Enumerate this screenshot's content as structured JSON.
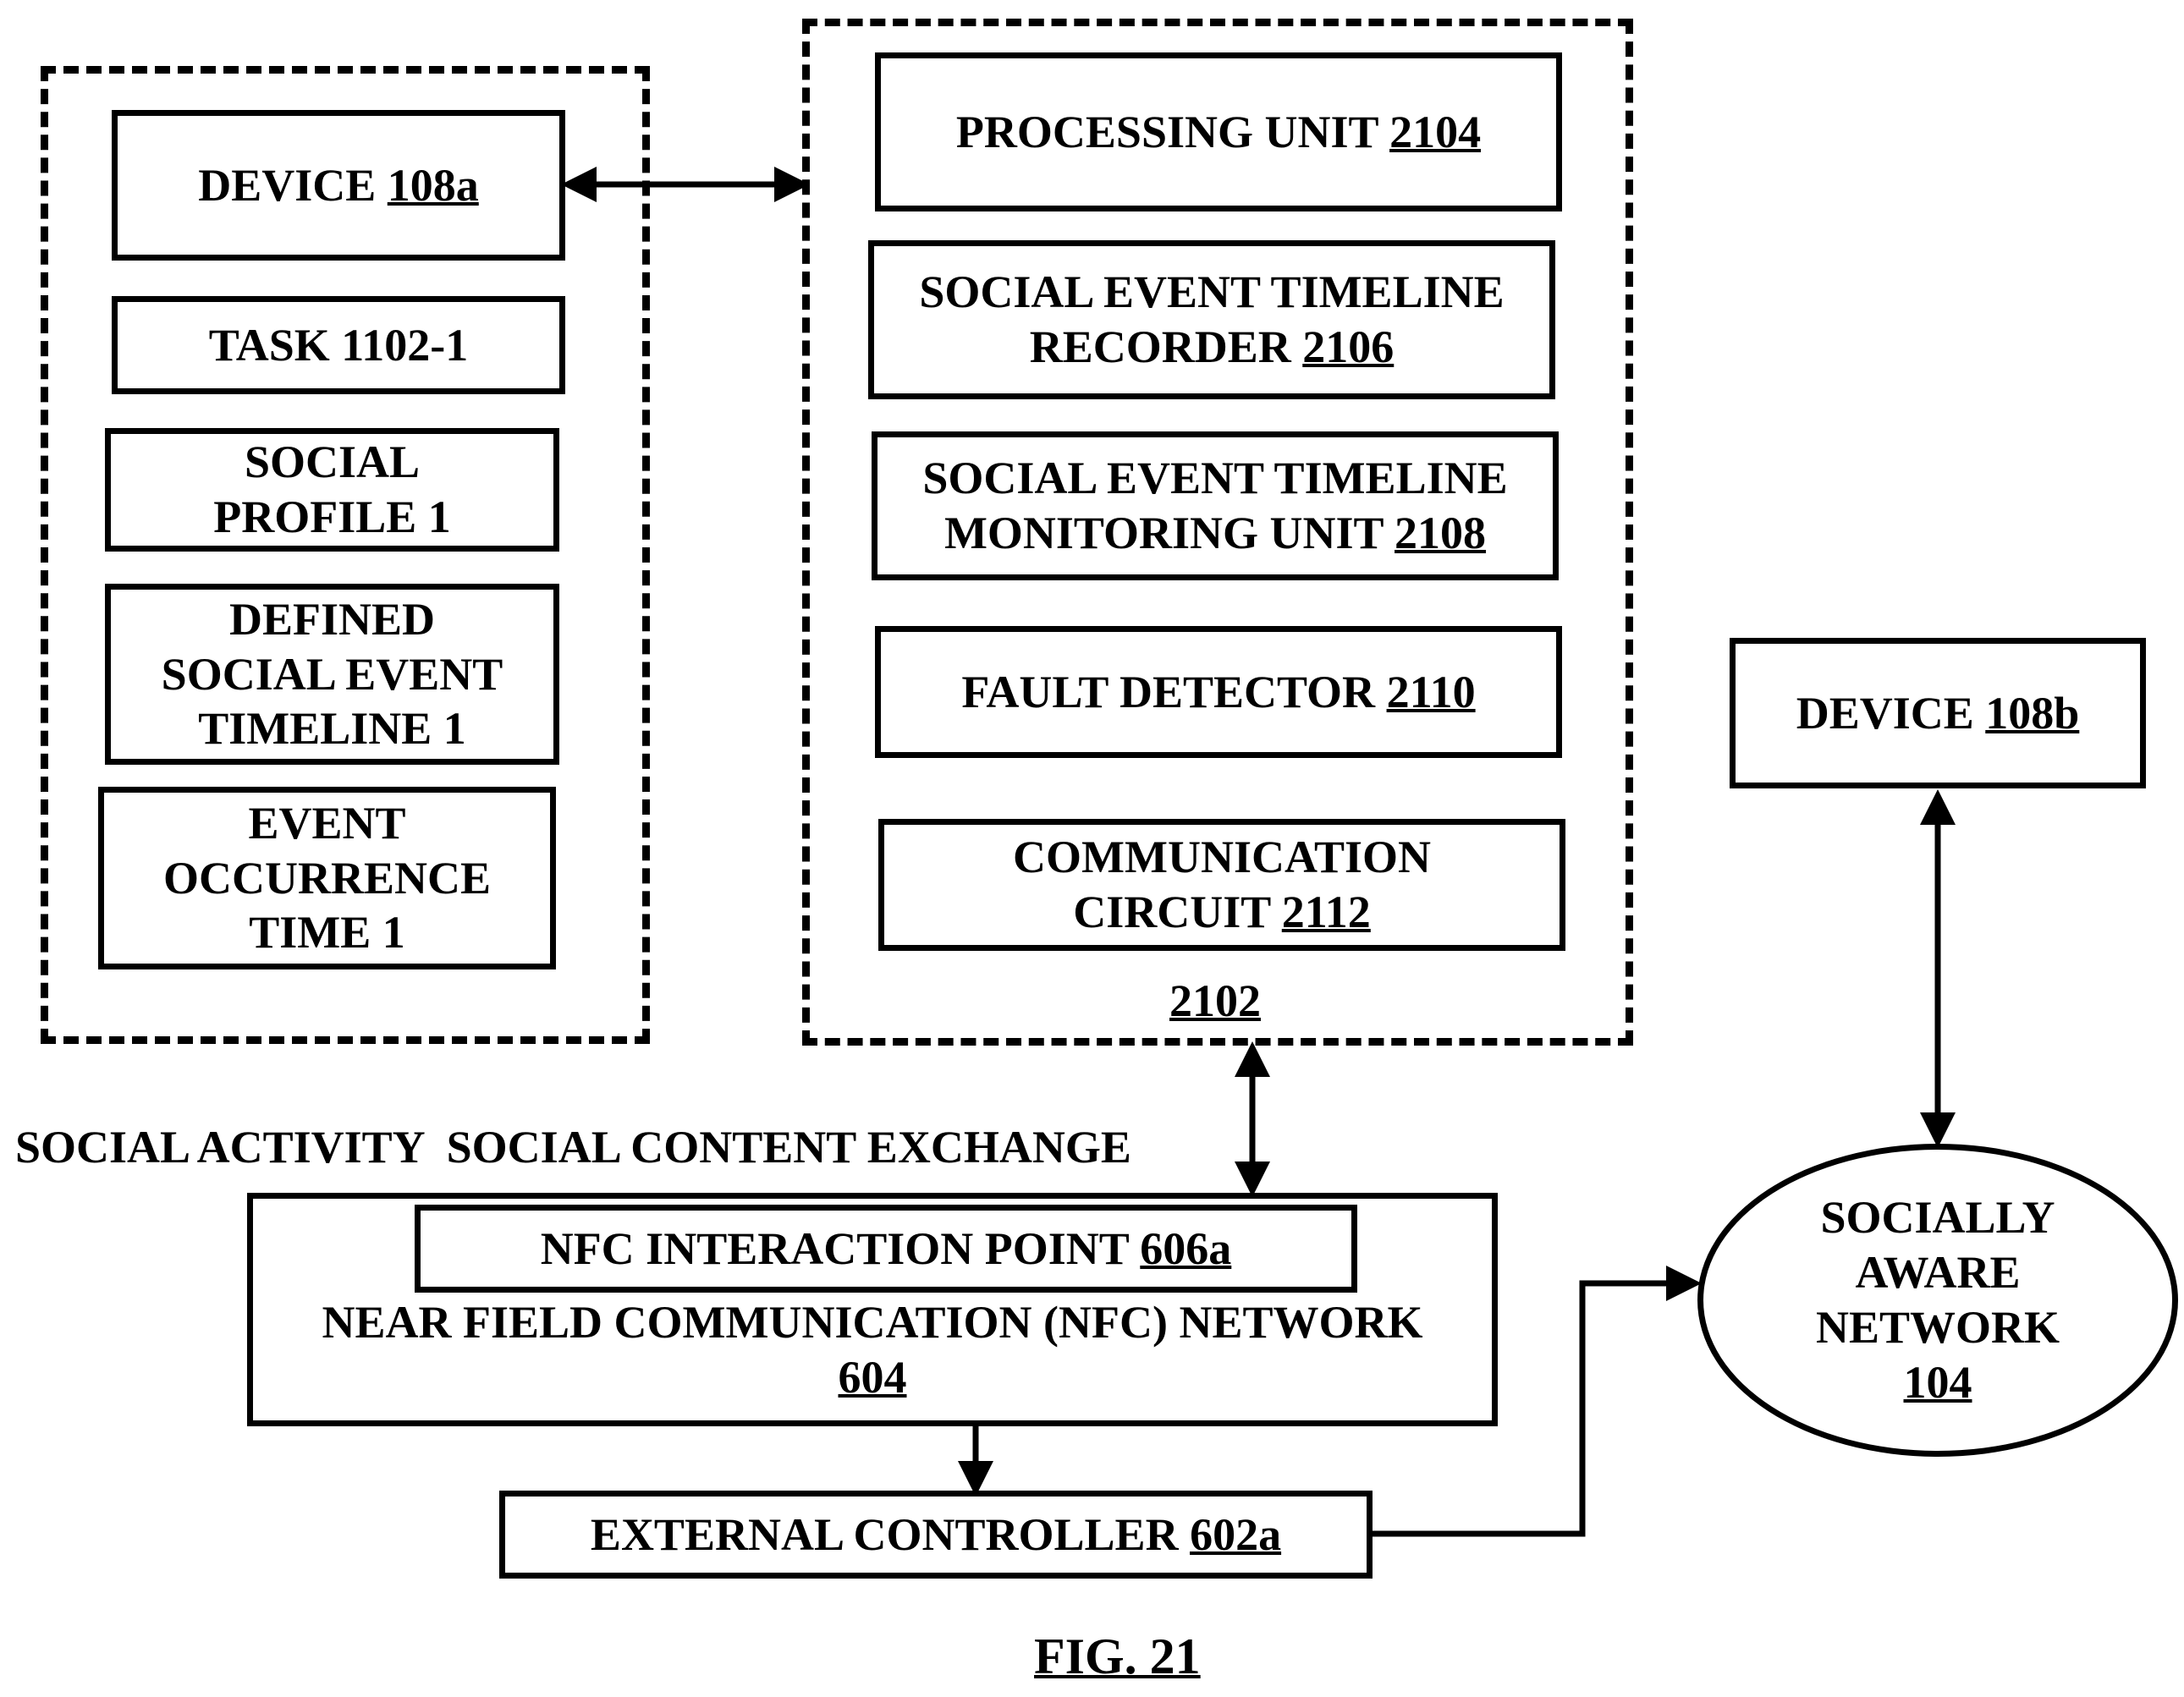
{
  "left_group": {
    "device": {
      "text": "DEVICE",
      "ref": "108a"
    },
    "task": "TASK 1102-1",
    "social_profile": [
      "SOCIAL",
      "PROFILE 1"
    ],
    "defined_timeline": [
      "DEFINED",
      "SOCIAL EVENT",
      "TIMELINE 1"
    ],
    "event_time": [
      "EVENT",
      "OCCURRENCE",
      "TIME 1"
    ]
  },
  "right_group": {
    "ref": "2102",
    "processing_unit": {
      "text": "PROCESSING UNIT",
      "ref": "2104"
    },
    "recorder": {
      "line1": "SOCIAL EVENT TIMELINE",
      "line2": "RECORDER",
      "ref": "2106"
    },
    "monitoring_unit": {
      "line1": "SOCIAL EVENT TIMELINE",
      "line2": "MONITORING UNIT",
      "ref": "2108"
    },
    "fault_detector": {
      "text": "FAULT DETECTOR",
      "ref": "2110"
    },
    "comm_circuit": {
      "line1": "COMMUNICATION",
      "line2": "CIRCUIT",
      "ref": "2112"
    }
  },
  "device_b": {
    "text": "DEVICE",
    "ref": "108b"
  },
  "exchange_label": "SOCIAL ACTIVITY  SOCIAL CONTENT EXCHANGE",
  "nfc_network": {
    "interaction_point": {
      "text": "NFC INTERACTION POINT",
      "ref": "606a"
    },
    "text": "NEAR FIELD COMMUNICATION (NFC) NETWORK",
    "ref": "604"
  },
  "external_controller": {
    "text": "EXTERNAL CONTROLLER",
    "ref": "602a"
  },
  "socially_aware_network": {
    "lines": [
      "SOCIALLY",
      "AWARE",
      "NETWORK"
    ],
    "ref": "104"
  },
  "figure_caption": "FIG. 21"
}
